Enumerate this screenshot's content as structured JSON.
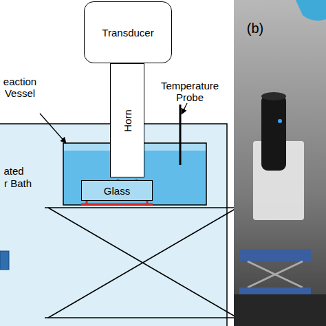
{
  "diagram": {
    "nodes": [
      {
        "text": [
          "Transducer"
        ]
      },
      {
        "text": [
          "Horn"
        ]
      },
      {
        "text": [
          "Glass"
        ]
      }
    ],
    "labels": [
      "Temperature Probe",
      "eaction Vessel",
      "ated",
      "r Bath",
      "(b)"
    ]
  }
}
